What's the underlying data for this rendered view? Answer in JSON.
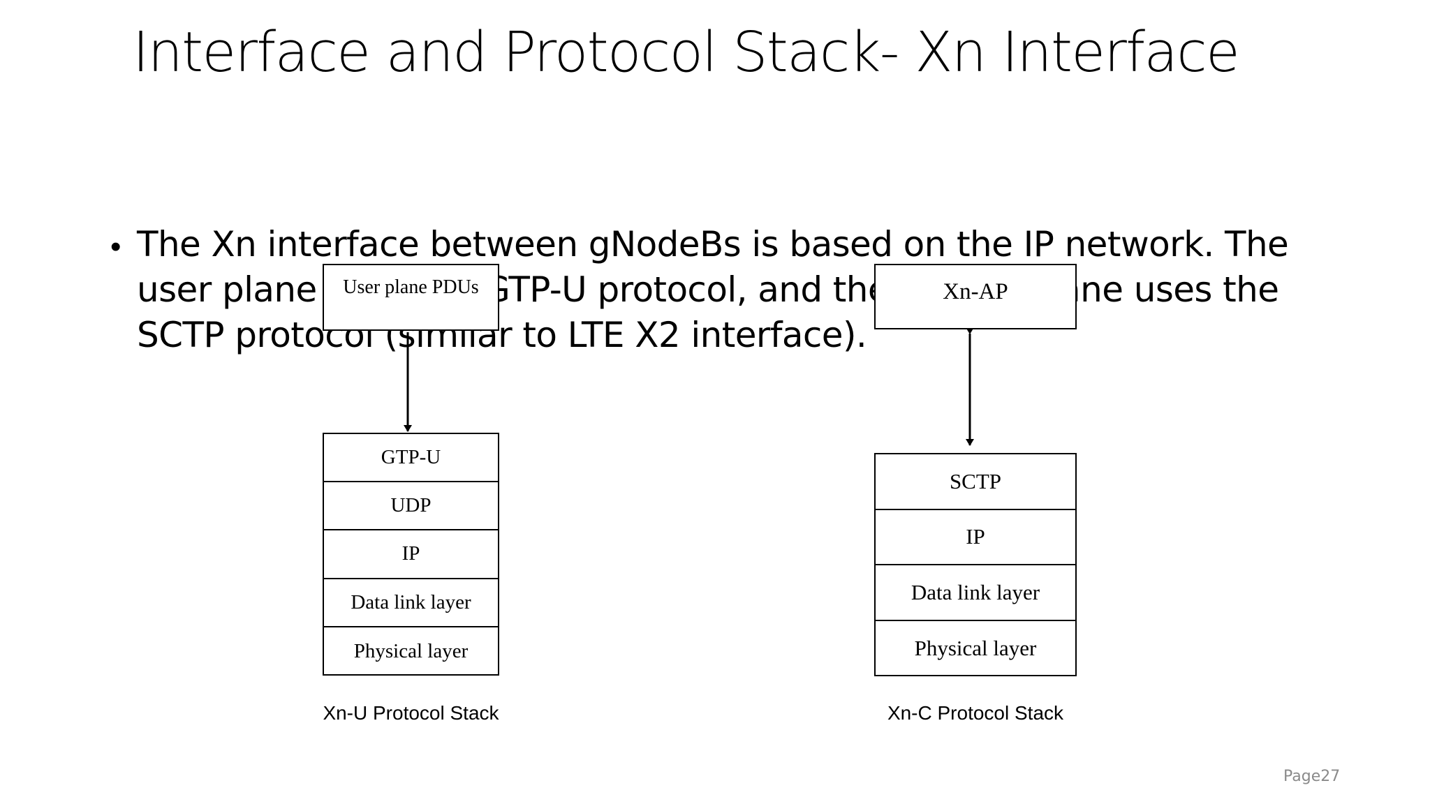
{
  "slide": {
    "title": "Interface and Protocol Stack- Xn Interface",
    "bullet_symbol": "•",
    "bullet_text": "The Xn interface between gNodeBs is based on the IP network. The user plane uses the GTP-U protocol, and the control plane uses the SCTP protocol (similar to LTE X2 interface).",
    "page_number": "Page27"
  },
  "xn_u": {
    "top_box": "User plane PDUs",
    "layers": [
      "GTP-U",
      "UDP",
      "IP",
      "Data link layer",
      "Physical layer"
    ],
    "caption": "Xn-U Protocol Stack"
  },
  "xn_c": {
    "top_box": "Xn-AP",
    "layers": [
      "SCTP",
      "IP",
      "Data link layer",
      "Physical layer"
    ],
    "caption": "Xn-C Protocol Stack"
  }
}
